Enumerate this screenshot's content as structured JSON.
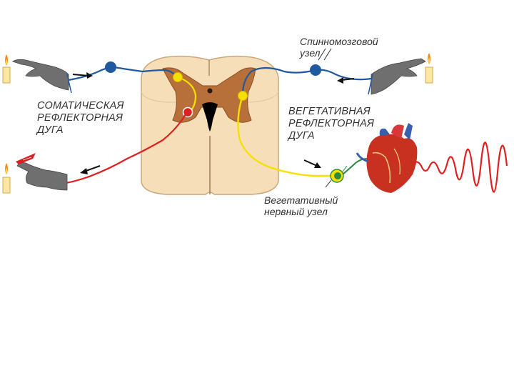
{
  "labels": {
    "somatic_arc": [
      "СОМАТИЧЕСКАЯ",
      "РЕФЛЕКТОРНАЯ",
      "ДУГА"
    ],
    "autonomic_arc": [
      "ВЕГЕТАТИВНАЯ",
      "РЕФЛЕКТОРНАЯ",
      "ДУГА"
    ],
    "spinal_ganglion": [
      "Спинномозговой",
      "узел"
    ],
    "autonomic_ganglion": [
      "Вегетативный",
      "нервный узел"
    ]
  },
  "colors": {
    "sensory_nerve": "#1f5a9e",
    "motor_nerve": "#e02020",
    "interneuron_autonomic": "#f5e000",
    "autonomic_postganglionic": "#2e8b3e",
    "cord_white_matter": "#f6dfb8",
    "cord_grey_matter": "#b8703a",
    "hand": "#6f6f6f",
    "heart": "#c83020"
  },
  "icons": [
    "candle-icon",
    "hand-icon",
    "heart-icon",
    "arrow-icon"
  ]
}
